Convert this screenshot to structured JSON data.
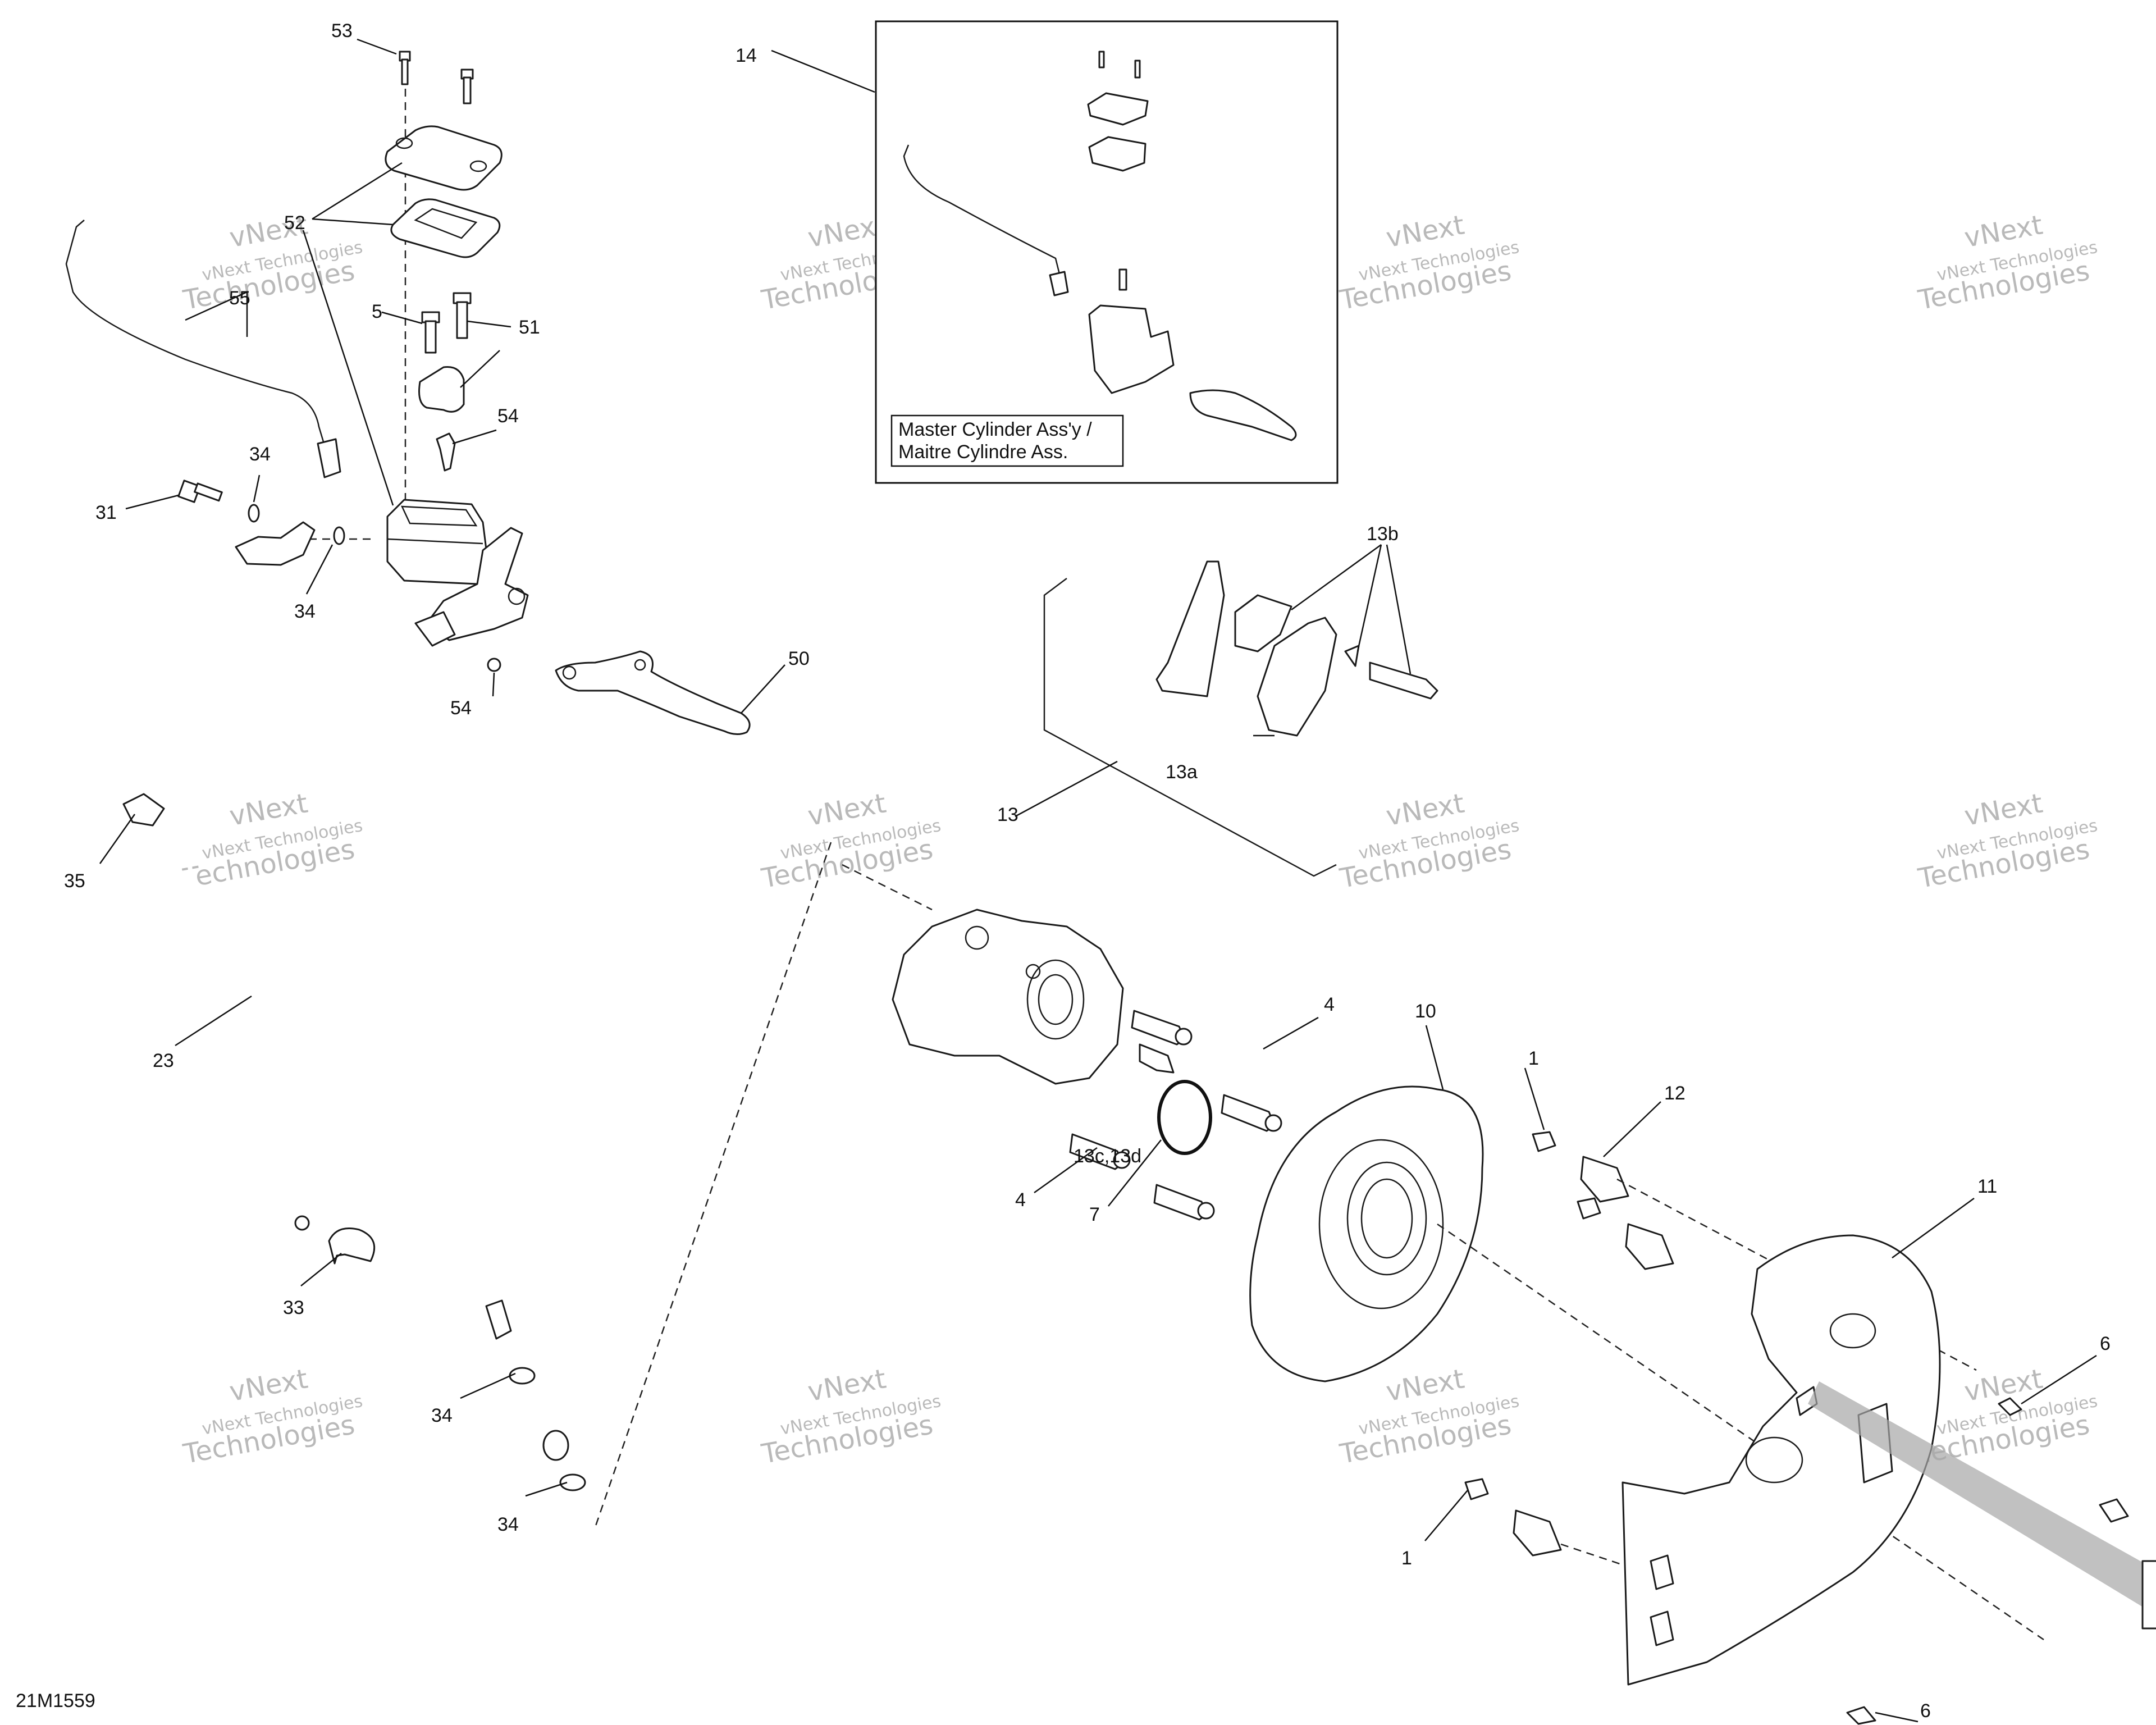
{
  "figure_code": "21M1559",
  "inset": {
    "ref": "14",
    "caption_line1": "Master Cylinder Ass'y /",
    "caption_line2": "Maitre Cylindre Ass."
  },
  "watermark": {
    "line1": "vNext",
    "line2": "vNext Technologies",
    "line3": "Technologies"
  },
  "callouts": {
    "c53": "53",
    "c52": "52",
    "c55": "55",
    "c5": "5",
    "c51": "51",
    "c54a": "54",
    "c34a": "34",
    "c31": "31",
    "c34b": "34",
    "c54b": "54",
    "c50": "50",
    "c35": "35",
    "c23": "23",
    "c33": "33",
    "c34c": "34",
    "c34d": "34",
    "c13": "13",
    "c13a": "13a",
    "c13b": "13b",
    "c4a": "4",
    "c4b": "4",
    "c13cd": "13c,13d",
    "c7": "7",
    "c10": "10",
    "c1a": "1",
    "c12": "12",
    "c11": "11",
    "c6a": "6",
    "c1b": "1",
    "c6b": "6"
  }
}
